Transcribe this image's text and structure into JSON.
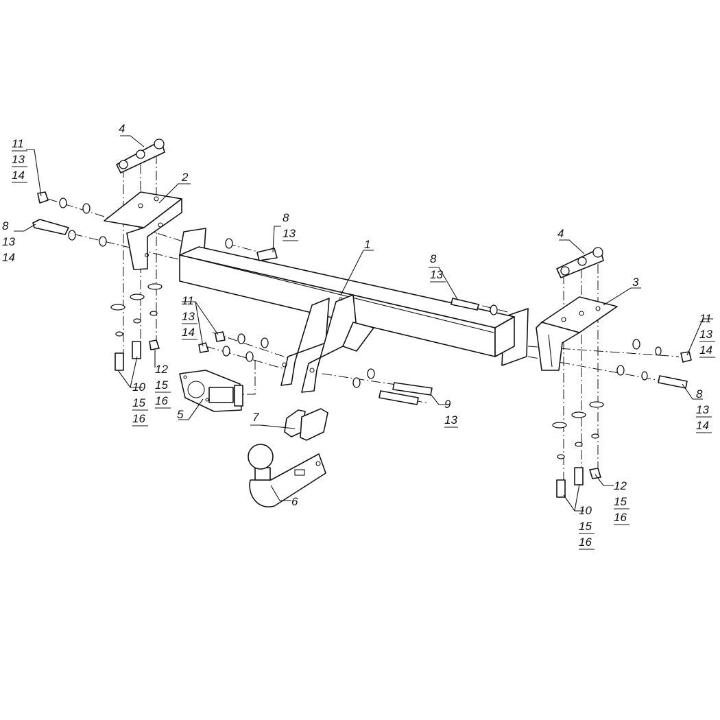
{
  "callouts": [
    {
      "id": "c-1",
      "lines": [
        "1"
      ]
    },
    {
      "id": "c-2",
      "lines": [
        "2"
      ]
    },
    {
      "id": "c-3",
      "lines": [
        "3"
      ]
    },
    {
      "id": "c-4a",
      "lines": [
        "4"
      ]
    },
    {
      "id": "c-4b",
      "lines": [
        "4"
      ]
    },
    {
      "id": "c-5",
      "lines": [
        "5"
      ]
    },
    {
      "id": "c-6",
      "lines": [
        "6"
      ]
    },
    {
      "id": "c-7",
      "lines": [
        "7"
      ]
    },
    {
      "id": "c-8a",
      "lines": [
        "8",
        "13",
        "14"
      ]
    },
    {
      "id": "c-8b",
      "lines": [
        "8",
        "13"
      ]
    },
    {
      "id": "c-8c",
      "lines": [
        "8",
        "13"
      ]
    },
    {
      "id": "c-8d",
      "lines": [
        "8",
        "13",
        "14"
      ]
    },
    {
      "id": "c-9",
      "lines": [
        "9",
        "13"
      ]
    },
    {
      "id": "c-10a",
      "lines": [
        "10",
        "15",
        "16"
      ]
    },
    {
      "id": "c-10b",
      "lines": [
        "10",
        "15",
        "16"
      ]
    },
    {
      "id": "c-11a",
      "lines": [
        "11",
        "13",
        "14"
      ]
    },
    {
      "id": "c-11b",
      "lines": [
        "11",
        "13",
        "14"
      ]
    },
    {
      "id": "c-11c",
      "lines": [
        "11",
        "13",
        "14"
      ]
    },
    {
      "id": "c-12a",
      "lines": [
        "12",
        "15",
        "16"
      ]
    },
    {
      "id": "c-12b",
      "lines": [
        "12",
        "15",
        "16"
      ]
    }
  ]
}
